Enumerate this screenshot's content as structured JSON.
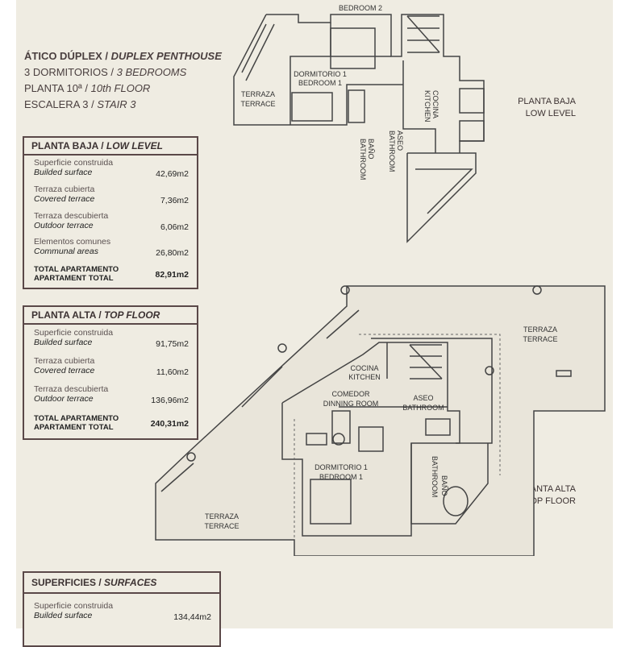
{
  "header": {
    "line1_es": "ÁTICO DÚPLEX /",
    "line1_en": "DUPLEX PENTHOUSE",
    "line2_es": "3 DORMITORIOS /",
    "line2_en": "3 BEDROOMS",
    "line3_es": "PLANTA 10ª /",
    "line3_en": "10th FLOOR",
    "line4_es": "ESCALERA 3 /",
    "line4_en": "STAIR 3"
  },
  "low_level": {
    "title_es": "PLANTA BAJA /",
    "title_en": "LOW LEVEL",
    "rows": [
      {
        "es": "Superficie construida",
        "en": "Builded surface",
        "value": "42,69m2"
      },
      {
        "es": "Terraza cubierta",
        "en": "Covered terrace",
        "value": "7,36m2"
      },
      {
        "es": "Terraza descubierta",
        "en": "Outdoor terrace",
        "value": "6,06m2"
      },
      {
        "es": "Elementos comunes",
        "en": "Communal areas",
        "value": "26,80m2"
      }
    ],
    "total": {
      "es": "TOTAL APARTAMENTO",
      "en": "APARTAMENT TOTAL",
      "value": "82,91m2"
    }
  },
  "top_floor": {
    "title_es": "PLANTA ALTA /",
    "title_en": "TOP FLOOR",
    "rows": [
      {
        "es": "Superficie construida",
        "en": "Builded surface",
        "value": "91,75m2"
      },
      {
        "es": "Terraza cubierta",
        "en": "Covered terrace",
        "value": "11,60m2"
      },
      {
        "es": "Terraza descubierta",
        "en": "Outdoor terrace",
        "value": "136,96m2"
      }
    ],
    "total": {
      "es": "TOTAL APARTAMENTO",
      "en": "APARTAMENT TOTAL",
      "value": "240,31m2"
    }
  },
  "surfaces": {
    "title_es": "SUPERFICIES /",
    "title_en": "SURFACES",
    "rows": [
      {
        "es": "Superficie construida",
        "en": "Builded surface",
        "value": "134,44m2"
      }
    ]
  },
  "plan_labels": {
    "low_es": "PLANTA BAJA",
    "low_en": "LOW LEVEL",
    "top_es": "PLANTA ALTA",
    "top_en": "TOP FLOOR"
  },
  "low_plan_rooms": {
    "bedroom2": "BEDROOM 2",
    "dormitorio1": "DORMITORIO 1",
    "bedroom1": "BEDROOM 1",
    "terraza": "TERRAZA",
    "terrace": "TERRACE",
    "cocina": "COCINA",
    "kitchen": "KITCHEN",
    "aseo": "ASEO",
    "aseo_bathroom": "BATHROOM",
    "bano": "BAÑO",
    "bano_bathroom": "BATHROOM"
  },
  "top_plan_rooms": {
    "terraza_right": "TERRAZA",
    "terrace_right": "TERRACE",
    "cocina": "COCINA",
    "kitchen": "KITCHEN",
    "comedor": "COMEDOR",
    "dinning": "DINNING ROOM",
    "aseo": "ASEO",
    "aseo_bathroom": "BATHROOM",
    "dormitorio1": "DORMITORIO 1",
    "bedroom1": "BEDROOM 1",
    "bano": "BAÑO",
    "bano_bathroom": "BATHROOM",
    "terraza_left": "TERRAZA",
    "terrace_left": "TERRACE"
  },
  "colors": {
    "background": "#efece2",
    "border": "#5a4848",
    "lines": "#444444"
  }
}
